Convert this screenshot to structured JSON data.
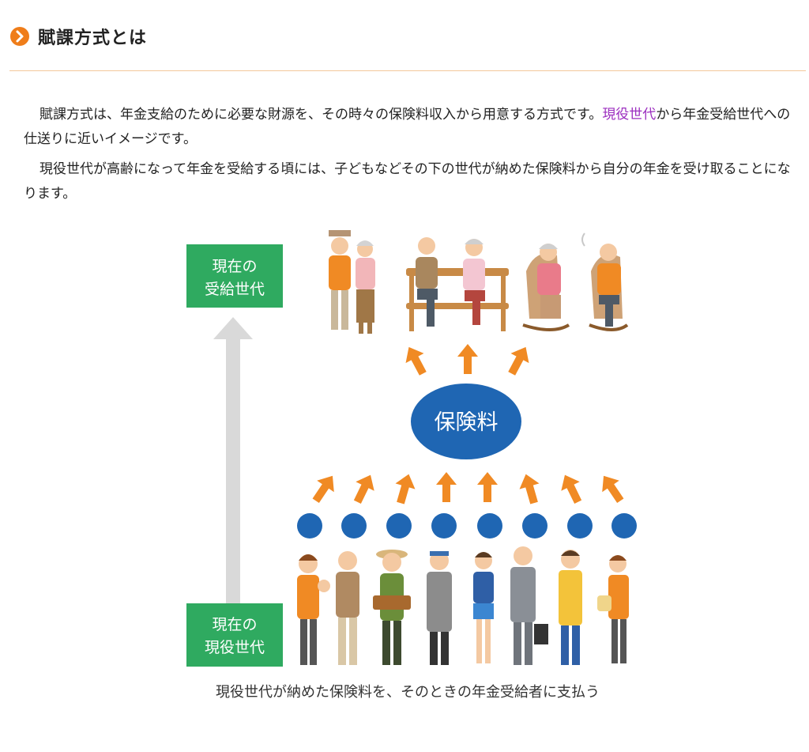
{
  "section": {
    "title": "賦課方式とは"
  },
  "paragraphs": {
    "p1_before": "賦課方式は、年金支給のために必要な財源を、その時々の保険料収入から用意する方式です。",
    "p1_link": "現役世代",
    "p1_after": "から年金受給世代への仕送りに近いイメージです。",
    "p2": "現役世代が高齢になって年金を受給する頃には、子どもなどその下の世代が納めた保険料から自分の年金を受け取ることになります。"
  },
  "diagram": {
    "top_box_line1": "現在の",
    "top_box_line2": "受給世代",
    "bottom_box_line1": "現在の",
    "bottom_box_line2": "現役世代",
    "center_label": "保険料",
    "caption": "現役世代が納めた保険料を、そのときの年金受給者に支払う"
  },
  "colors": {
    "green": "#2faa60",
    "blue": "#1f66b3",
    "orange": "#f08a24",
    "rule": "#f3c79a",
    "link": "#9b2ebf"
  }
}
